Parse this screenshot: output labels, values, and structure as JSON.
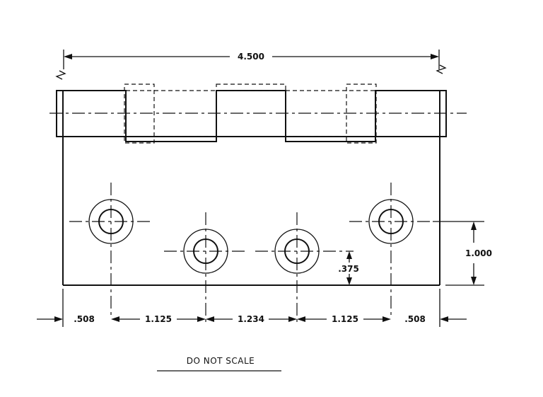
{
  "dimensions": {
    "overall_width": "4.500",
    "height_to_holes": "1.000",
    "hole_offset": ".375",
    "bottom_spacing": [
      ".508",
      "1.125",
      "1.234",
      "1.125",
      ".508"
    ]
  },
  "note": {
    "text": "DO NOT SCALE"
  }
}
